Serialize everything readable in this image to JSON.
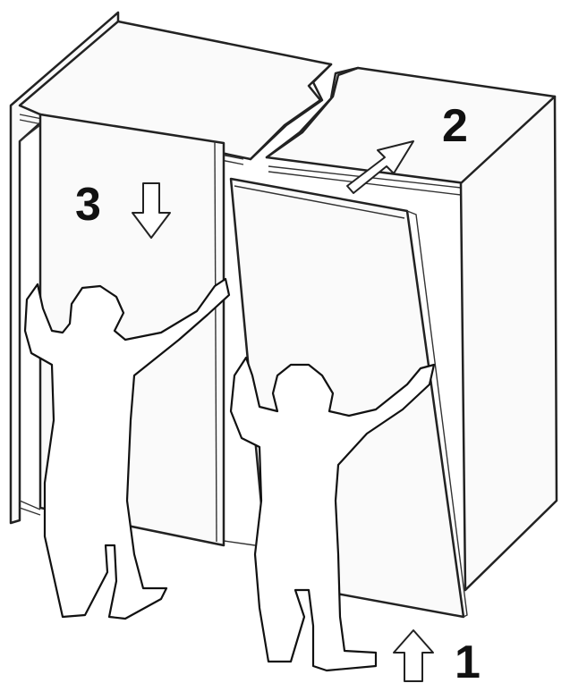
{
  "steps": {
    "step1": "1",
    "step2": "2",
    "step3": "3"
  },
  "icons": {
    "arrow_up": "arrow-up-icon",
    "arrow_down": "arrow-down-icon",
    "arrow_diagonal": "arrow-up-right-icon"
  },
  "colors": {
    "line": "#222222",
    "background": "#ffffff"
  }
}
